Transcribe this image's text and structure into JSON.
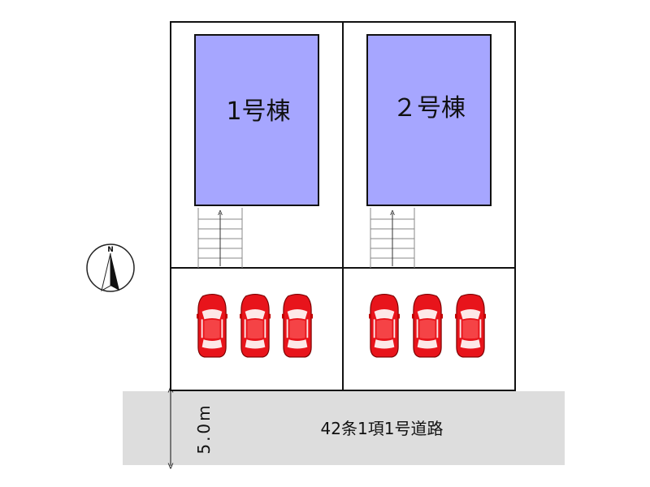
{
  "buildings": [
    {
      "label": "1号棟"
    },
    {
      "label": "２号棟"
    }
  ],
  "road": {
    "label": "42条1項1号道路",
    "width_label": "5.0m"
  },
  "compass": {
    "north_label": "N"
  },
  "parking": {
    "cars_per_lot": 3
  },
  "colors": {
    "building_fill": "#a6a6ff",
    "road_fill": "#dddddd",
    "car_body": "#e8141b",
    "line": "#111111"
  }
}
